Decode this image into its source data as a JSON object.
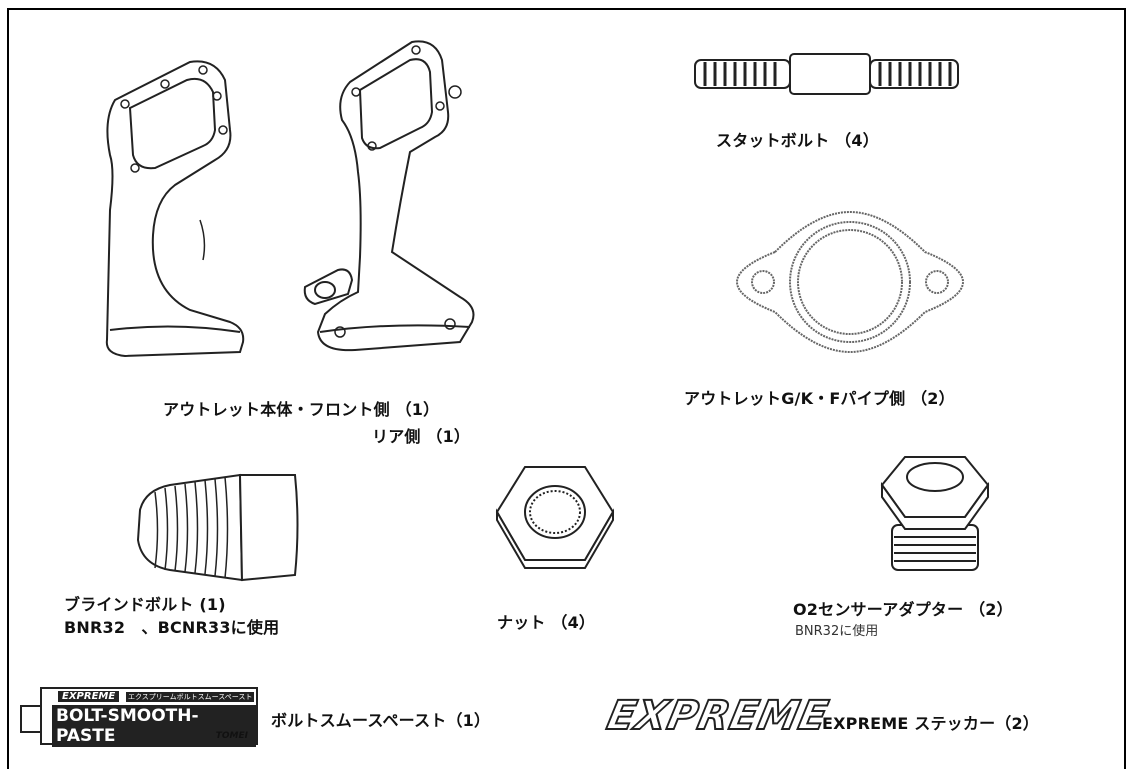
{
  "parts": {
    "outlet_body": {
      "label_line1": "アウトレット本体・フロント側 （1）",
      "label_line2": "リア側 （1）"
    },
    "stud_bolt": {
      "label": "スタットボルト （4）"
    },
    "gasket": {
      "label": "アウトレットG/K・Fパイプ側 （2）"
    },
    "blind_bolt": {
      "label": "ブラインドボルト (1)",
      "note": "BNR32　、BCNR33に使用"
    },
    "nut": {
      "label": "ナット （4）"
    },
    "o2_adapter": {
      "label": "O2センサーアダプター （2）",
      "note": "BNR32に使用"
    },
    "paste": {
      "label": "ボルトスムースペースト（1）",
      "tube_brand": "EXPREME",
      "tube_text": "BOLT-SMOOTH-PASTE",
      "tube_small": "エクスプリームボルトスムースペースト",
      "tube_maker": "TOMEI"
    },
    "sticker": {
      "label": "EXPREME ステッカー（2）",
      "logo": "EXPREME"
    }
  }
}
